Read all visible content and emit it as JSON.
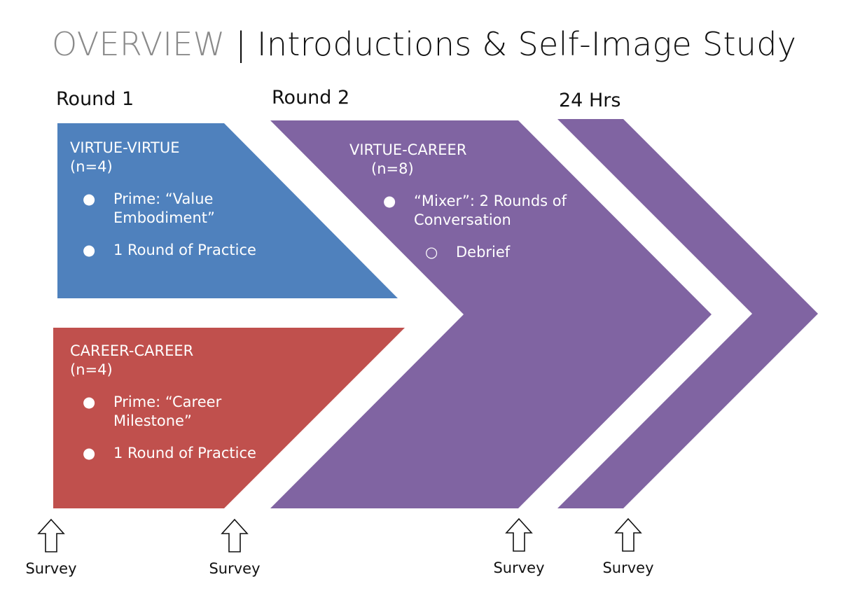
{
  "title": {
    "prefix": "OVERVIEW",
    "separator": "|",
    "main": "Introductions & Self-Image Study"
  },
  "stages": {
    "round1": "Round 1",
    "round2": "Round 2",
    "hours": "24 Hrs"
  },
  "colors": {
    "blue": "#4f81bd",
    "red": "#c0504d",
    "purple": "#8064a2"
  },
  "virtue_virtue": {
    "title": "VIRTUE-VIRTUE",
    "n": "(n=4)",
    "items": [
      "Prime: “Value Embodiment”",
      "1 Round of Practice"
    ]
  },
  "career_career": {
    "title": "CAREER-CAREER",
    "n": "(n=4)",
    "items": [
      "Prime: “Career Milestone”",
      "1 Round of Practice"
    ]
  },
  "virtue_career": {
    "title": "VIRTUE-CAREER",
    "n": "(n=8)",
    "item": "“Mixer”: 2 Rounds of Conversation",
    "subitem": "Debrief"
  },
  "surveys": [
    "Survey",
    "Survey",
    "Survey",
    "Survey"
  ]
}
